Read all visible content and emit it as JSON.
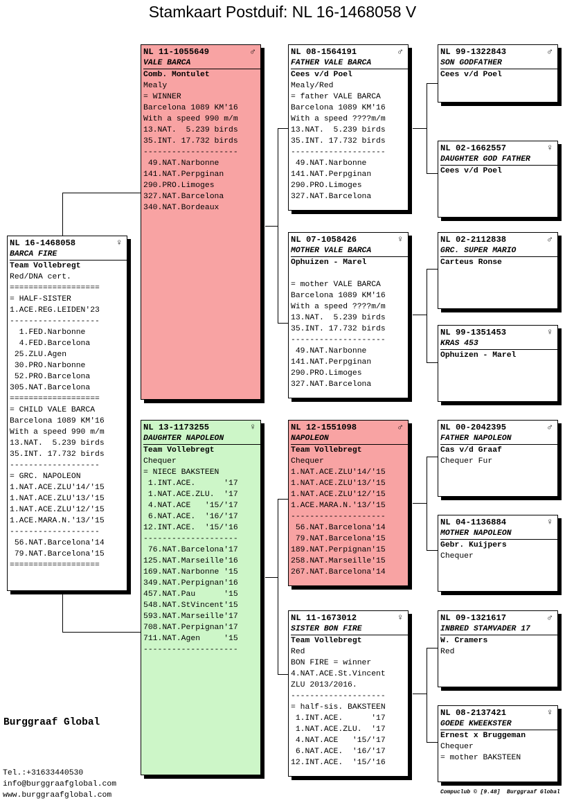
{
  "title": "Stamkaart Postduif: NL  16-1468058 V",
  "company": "Burggraaf Global",
  "contact": [
    "Tel.:+31633440530",
    "info@burggraafglobal.com",
    "www.burggraafglobal.com"
  ],
  "footer": "Compuclub © [9.48]  Burggraaf Global",
  "colors": {
    "red": "#f8a3a3",
    "green": "#cdf6c8"
  },
  "pigeons": {
    "main": {
      "ring": "NL  16-1468058",
      "sex": "♀",
      "name": "BARCA FIRE",
      "owner": "Team Vollebregt",
      "lines": [
        "Red/DNA cert.",
        "===================",
        "= HALF-SISTER",
        "1.ACE.REG.LEIDEN'23",
        "-------------------",
        "  1.FED.Narbonne",
        "  4.FED.Barcelona",
        " 25.ZLU.Agen",
        " 30.PRO.Narbonne",
        " 52.PRO.Barcelona",
        "305.NAT.Barcelona",
        "===================",
        "= CHILD VALE BARCA",
        "Barcelona 1089 KM'16",
        "With a speed 990 m/m",
        "13.NAT.  5.239 birds",
        "35.INT. 17.732 birds",
        "-------------------",
        "= GRC. NAPOLEON",
        "1.NAT.ACE.ZLU'14/'15",
        "1.NAT.ACE.ZLU'13/'15",
        "1.NAT.ACE.ZLU'12/'15",
        "1.ACE.MARA.N.'13/'15",
        "-------------------",
        " 56.NAT.Barcelona'14",
        " 79.NAT.Barcelona'15",
        "==================="
      ]
    },
    "father": {
      "ring": "NL  11-1055649",
      "sex": "♂",
      "name": "VALE BARCA",
      "owner": "Comb. Montulet",
      "lines": [
        "Mealy",
        "= WINNER",
        "Barcelona 1089 KM'16",
        "With a speed 990 m/m",
        "13.NAT.  5.239 birds",
        "35.INT. 17.732 birds",
        "--------------------",
        " 49.NAT.Narbonne",
        "141.NAT.Perpginan",
        "290.PRO.Limoges",
        "327.NAT.Barcelona",
        "340.NAT.Bordeaux"
      ]
    },
    "mother": {
      "ring": "NL  13-1173255",
      "sex": "♀",
      "name": "DAUGHTER NAPOLEON",
      "owner": "Team Vollebregt",
      "lines": [
        "Chequer",
        "= NIECE BAKSTEEN",
        " 1.INT.ACE.      '17",
        " 1.NAT.ACE.ZLU.  '17",
        " 4.NAT.ACE   '15/'17",
        " 6.NAT.ACE.  '16/'17",
        "12.INT.ACE.  '15/'16",
        "--------------------",
        " 76.NAT.Barcelona'17",
        "125.NAT.Marseille'16",
        "169.NAT.Narbonne '15",
        "349.NAT.Perpignan'16",
        "457.NAT.Pau      '15",
        "548.NAT.StVincent'15",
        "593.NAT.Marseille'17",
        "708.NAT.Perpignan'17",
        "711.NAT.Agen     '15",
        "--------------------"
      ]
    },
    "ff": {
      "ring": "NL  08-1564191",
      "sex": "♂",
      "name": "FATHER VALE BARCA",
      "owner": "Cees v/d Poel",
      "lines": [
        "Mealy/Red",
        "= father VALE BARCA",
        "Barcelona 1089 KM'16",
        "With a speed ????m/m",
        "13.NAT.  5.239 birds",
        "35.INT. 17.732 birds",
        "--------------------",
        " 49.NAT.Narbonne",
        "141.NAT.Perpginan",
        "290.PRO.Limoges",
        "327.NAT.Barcelona"
      ]
    },
    "fm": {
      "ring": "NL  07-1058426",
      "sex": "♀",
      "name": "MOTHER VALE BARCA",
      "owner": "Ophuizen - Marel",
      "lines": [
        "",
        "= mother VALE BARCA",
        "Barcelona 1089 KM'16",
        "With a speed ????m/m",
        "13.NAT.  5.239 birds",
        "35.INT. 17.732 birds",
        "--------------------",
        " 49.NAT.Narbonne",
        "141.NAT.Perpginan",
        "290.PRO.Limoges",
        "327.NAT.Barcelona"
      ]
    },
    "mf": {
      "ring": "NL  12-1551098",
      "sex": "♂",
      "name": "NAPOLEON",
      "owner": "Team Vollebregt",
      "lines": [
        "Chequer",
        "1.NAT.ACE.ZLU'14/'15",
        "1.NAT.ACE.ZLU'13/'15",
        "1.NAT.ACE.ZLU'12/'15",
        "1.ACE.MARA.N.'13/'15",
        "--------------------",
        " 56.NAT.Barcelona'14",
        " 79.NAT.Barcelona'15",
        "189.NAT.Perpignan'15",
        "258.NAT.Marseille'15",
        "267.NAT.Barcelona'14"
      ]
    },
    "mm": {
      "ring": "NL  11-1673012",
      "sex": "♀",
      "name": "SISTER BON FIRE",
      "owner": "Team Vollebregt",
      "lines": [
        "Red",
        "BON FIRE = winner",
        "4.NAT.ACE.St.Vincent",
        "ZLU 2013/2016.",
        "--------------------",
        "= half-sis. BAKSTEEN",
        " 1.INT.ACE.      '17",
        " 1.NAT.ACE.ZLU.  '17",
        " 4.NAT.ACE   '15/'17",
        " 6.NAT.ACE.  '16/'17",
        "12.INT.ACE.  '15/'16"
      ]
    },
    "fff": {
      "ring": "NL  99-1322843",
      "sex": "♂",
      "name": "SON GODFATHER",
      "owner": "Cees v/d Poel",
      "lines": []
    },
    "ffm": {
      "ring": "NL  02-1662557",
      "sex": "♀",
      "name": "DAUGHTER GOD FATHER",
      "owner": "Cees v/d Poel",
      "lines": []
    },
    "fmf": {
      "ring": "NL  02-2112838",
      "sex": "♂",
      "name": "GRC. SUPER MARIO",
      "owner": "Carteus Ronse",
      "lines": []
    },
    "fmm": {
      "ring": "NL  99-1351453",
      "sex": "♀",
      "name": "KRAS 453",
      "owner": "Ophuizen - Marel",
      "lines": []
    },
    "mff": {
      "ring": "NL  00-2042395",
      "sex": "♂",
      "name": "FATHER NAPOLEON",
      "owner": "Cas v/d Graaf",
      "lines": [
        "Chequer Fur"
      ]
    },
    "mfm": {
      "ring": "NL  04-1136884",
      "sex": "♀",
      "name": "MOTHER NAPOLEON",
      "owner": "Gebr. Kuijpers",
      "lines": [
        "Chequer"
      ]
    },
    "mmf": {
      "ring": "NL  09-1321617",
      "sex": "♂",
      "name": "INBRED STAMVADER 17",
      "owner": "W. Cramers",
      "lines": [
        "Red"
      ]
    },
    "mmm": {
      "ring": "NL  08-2137421",
      "sex": "♀",
      "name": "GOEDE KWEEKSTER",
      "owner": "Ernest x Bruggeman",
      "lines": [
        "Chequer",
        "= mother BAKSTEEN"
      ]
    }
  }
}
